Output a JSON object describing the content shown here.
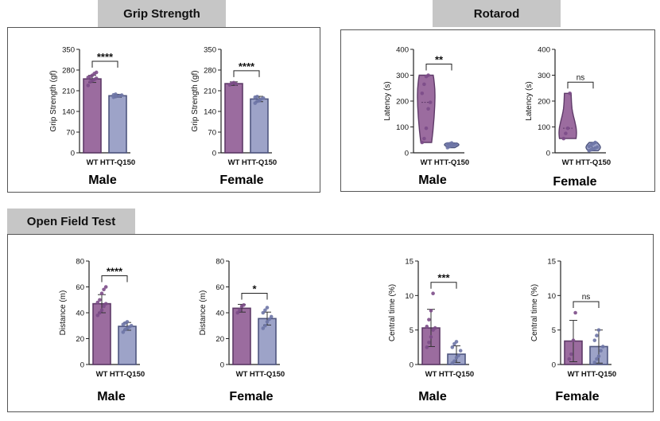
{
  "sections": {
    "grip": "Grip Strength",
    "rotarod": "Rotarod",
    "open_field": "Open Field Test"
  },
  "colors": {
    "wt_fill": "#9b6c9f",
    "wt_stroke": "#5e3a68",
    "wt_dot": "#7c4d88",
    "q_fill": "#9da3c8",
    "q_stroke": "#4f567f",
    "q_dot": "#6e76a6"
  },
  "chart_data": [
    {
      "type": "bar",
      "id": "grip-male",
      "ylabel": "Grip Strength (gf)",
      "sex": "Male",
      "ylim": [
        0,
        350
      ],
      "yticks": [
        0,
        70,
        140,
        210,
        280,
        350
      ],
      "categories": [
        "WT",
        "HTT-Q150"
      ],
      "values": [
        250,
        193
      ],
      "sd": [
        12,
        5
      ],
      "points": [
        [
          228,
          240,
          244,
          248,
          252,
          255,
          258,
          262,
          268,
          272
        ],
        [
          188,
          190,
          192,
          193,
          195,
          196,
          198
        ]
      ],
      "sig": "****"
    },
    {
      "type": "bar",
      "id": "grip-female",
      "ylabel": "Grip Strength (gf)",
      "sex": "Female",
      "ylim": [
        0,
        350
      ],
      "yticks": [
        0,
        70,
        140,
        210,
        280,
        350
      ],
      "categories": [
        "WT",
        "HTT-Q150"
      ],
      "values": [
        234,
        182
      ],
      "sd": [
        6,
        9
      ],
      "points": [
        [
          230,
          235,
          237,
          233
        ],
        [
          168,
          174,
          178,
          182,
          185,
          188,
          190,
          176
        ]
      ],
      "sig": "****"
    },
    {
      "type": "violin",
      "id": "rotarod-male",
      "ylabel": "Latency (s)",
      "sex": "Male",
      "ylim": [
        0,
        400
      ],
      "yticks": [
        0,
        100,
        200,
        300,
        400
      ],
      "categories": [
        "WT",
        "HTT-Q150"
      ],
      "points": [
        [
          40,
          55,
          95,
          170,
          195,
          230,
          265,
          295,
          300
        ],
        [
          20,
          25,
          28,
          30,
          32,
          34,
          35,
          38
        ]
      ],
      "sig": "**"
    },
    {
      "type": "violin",
      "id": "rotarod-female",
      "ylabel": "Latency (s)",
      "sex": "Female",
      "ylim": [
        0,
        400
      ],
      "yticks": [
        0,
        100,
        200,
        300,
        400
      ],
      "categories": [
        "WT",
        "HTT-Q150"
      ],
      "points": [
        [
          55,
          75,
          95,
          230
        ],
        [
          8,
          12,
          15,
          18,
          22,
          25,
          30,
          35,
          40
        ]
      ],
      "sig": "ns"
    },
    {
      "type": "bar",
      "id": "distance-male",
      "ylabel": "Distance (m)",
      "sex": "Male",
      "ylim": [
        0,
        80
      ],
      "yticks": [
        0,
        20,
        40,
        60,
        80
      ],
      "categories": [
        "WT",
        "HTT-Q150"
      ],
      "values": [
        47,
        29.5
      ],
      "sd": [
        7,
        3
      ],
      "points": [
        [
          38,
          40,
          42,
          45,
          47,
          48,
          50,
          55,
          58,
          60
        ],
        [
          25,
          27,
          28,
          29,
          30,
          31,
          32,
          33
        ]
      ],
      "sig": "****"
    },
    {
      "type": "bar",
      "id": "distance-female",
      "ylabel": "Distance (m)",
      "sex": "Female",
      "ylim": [
        0,
        80
      ],
      "yticks": [
        0,
        20,
        40,
        60,
        80
      ],
      "categories": [
        "WT",
        "HTT-Q150"
      ],
      "values": [
        43.5,
        35.5
      ],
      "sd": [
        3,
        5
      ],
      "points": [
        [
          40,
          42,
          45,
          46
        ],
        [
          28,
          30,
          33,
          35,
          37,
          40,
          42,
          44
        ]
      ],
      "sig": "*"
    },
    {
      "type": "bar",
      "id": "central-male",
      "ylabel": "Central time (%)",
      "sex": "Male",
      "ylim": [
        0,
        15
      ],
      "yticks": [
        0,
        5,
        10,
        15
      ],
      "categories": [
        "WT",
        "HTT-Q150"
      ],
      "values": [
        5.3,
        1.5
      ],
      "sd": [
        2.7,
        1.2
      ],
      "points": [
        [
          2.5,
          3.2,
          4.0,
          5.0,
          5.3,
          5.5,
          6.5,
          7.8,
          10.3
        ],
        [
          0.2,
          0.5,
          1.0,
          1.3,
          2.0,
          2.5,
          3.0,
          3.3
        ]
      ],
      "sig": "***"
    },
    {
      "type": "bar",
      "id": "central-female",
      "ylabel": "Central time (%)",
      "sex": "Female",
      "ylim": [
        0,
        15
      ],
      "yticks": [
        0,
        5,
        10,
        15
      ],
      "categories": [
        "WT",
        "HTT-Q150"
      ],
      "values": [
        3.4,
        2.6
      ],
      "sd": [
        3.0,
        2.4
      ],
      "points": [
        [
          0.8,
          1.5,
          3.5,
          7.5
        ],
        [
          0.3,
          0.8,
          1.2,
          2.0,
          2.6,
          3.5,
          4.2,
          5.0
        ]
      ],
      "sig": "ns"
    }
  ]
}
